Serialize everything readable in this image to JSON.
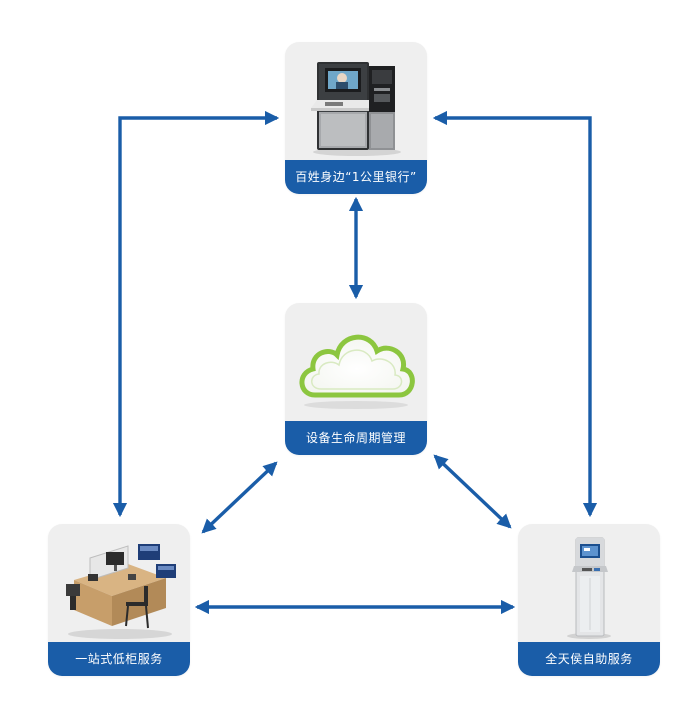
{
  "nodes": {
    "top": {
      "label": "百姓身边“1公里银行”",
      "icon": "smart-banking-kiosk-icon"
    },
    "center": {
      "label": "设备生命周期管理",
      "icon": "cloud-icon"
    },
    "left": {
      "label": "一站式低柜服务",
      "icon": "counter-workstation-icon"
    },
    "right": {
      "label": "全天侯自助服务",
      "icon": "atm-terminal-icon"
    }
  },
  "colors": {
    "arrow": "#1a5da8",
    "label_background": "#1a5da8",
    "card_background": "#efefef",
    "cloud_outline": "#8cc63f"
  },
  "edges": [
    {
      "from": "top",
      "to": "center",
      "direction": "bidirectional"
    },
    {
      "from": "top",
      "to": "left",
      "direction": "bidirectional"
    },
    {
      "from": "top",
      "to": "right",
      "direction": "bidirectional"
    },
    {
      "from": "center",
      "to": "left",
      "direction": "bidirectional"
    },
    {
      "from": "center",
      "to": "right",
      "direction": "bidirectional"
    },
    {
      "from": "left",
      "to": "right",
      "direction": "bidirectional"
    }
  ]
}
